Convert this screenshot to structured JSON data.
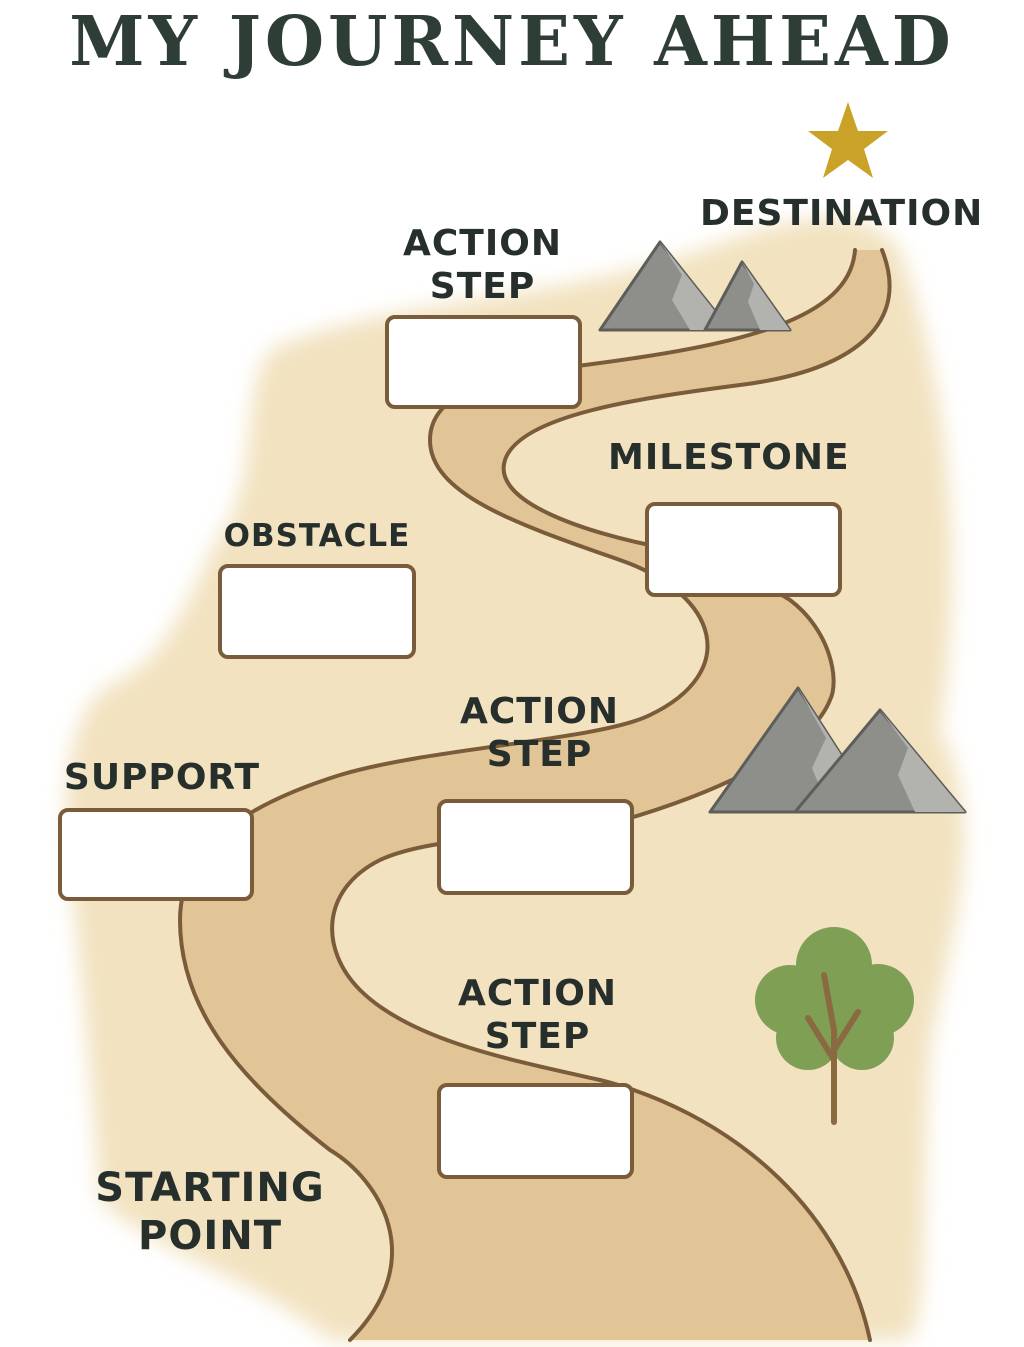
{
  "title": "MY JOURNEY AHEAD",
  "labels": {
    "destination": "DESTINATION",
    "action_step_top": [
      "ACTION",
      "STEP"
    ],
    "milestone": "MILESTONE",
    "obstacle": "OBSTACLE",
    "action_step_middle": [
      "ACTION",
      "STEP"
    ],
    "support": "SUPPORT",
    "action_step_bottom": [
      "ACTION",
      "STEP"
    ],
    "starting_point": [
      "STARTING",
      "POINT"
    ]
  },
  "boxes": {
    "action_step_top": "",
    "milestone": "",
    "obstacle": "",
    "support": "",
    "action_step_middle": "",
    "action_step_bottom": ""
  },
  "colors": {
    "background_wash": "#f2e2c0",
    "path_fill": "#e2c597",
    "path_edge": "#7a5c3a",
    "title": "#2e3d36",
    "label": "#262f2b",
    "star": "#c9a227",
    "mountain": "#8e8e8a",
    "tree_foliage": "#7f9f55",
    "tree_trunk": "#8a6a40"
  },
  "icons": [
    "star-icon",
    "mountain-icon",
    "tree-icon"
  ]
}
